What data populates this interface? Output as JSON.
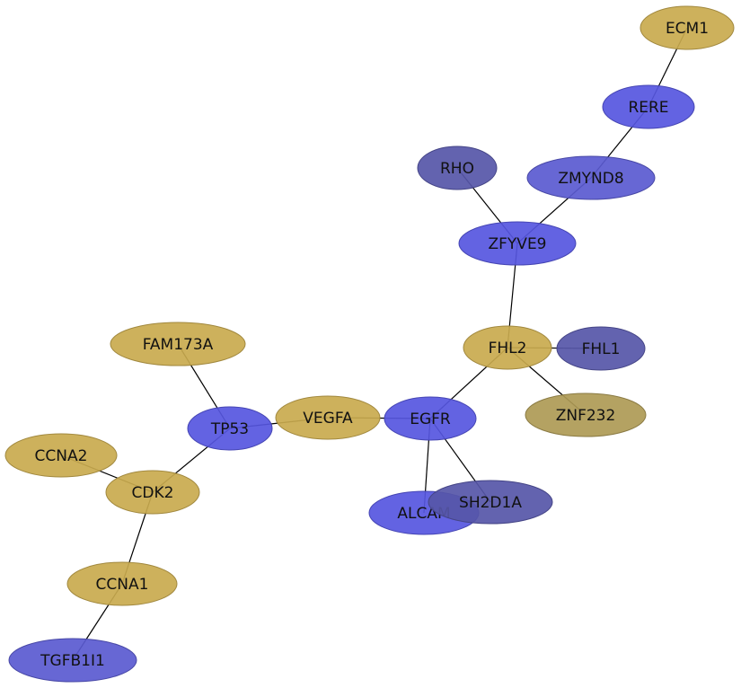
{
  "colors": {
    "gold": "#c9aa4e",
    "gold_dark": "#ae9a55",
    "blue_bright": "#5656e0",
    "blue_mid": "#5a5ad0",
    "blue_muted": "#5656a8",
    "edge": "#000000",
    "background": "#ffffff"
  },
  "nodes": [
    {
      "id": "ECM1",
      "label": "ECM1",
      "color": "gold"
    },
    {
      "id": "RERE",
      "label": "RERE",
      "color": "blue_bright"
    },
    {
      "id": "ZMYND8",
      "label": "ZMYND8",
      "color": "blue_mid"
    },
    {
      "id": "RHO",
      "label": "RHO",
      "color": "blue_muted"
    },
    {
      "id": "ZFYVE9",
      "label": "ZFYVE9",
      "color": "blue_bright"
    },
    {
      "id": "FHL2",
      "label": "FHL2",
      "color": "gold"
    },
    {
      "id": "FHL1",
      "label": "FHL1",
      "color": "blue_muted"
    },
    {
      "id": "ZNF232",
      "label": "ZNF232",
      "color": "gold_dark"
    },
    {
      "id": "EGFR",
      "label": "EGFR",
      "color": "blue_bright"
    },
    {
      "id": "VEGFA",
      "label": "VEGFA",
      "color": "gold"
    },
    {
      "id": "TP53",
      "label": "TP53",
      "color": "blue_bright"
    },
    {
      "id": "FAM173A",
      "label": "FAM173A",
      "color": "gold"
    },
    {
      "id": "CDK2",
      "label": "CDK2",
      "color": "gold"
    },
    {
      "id": "CCNA2",
      "label": "CCNA2",
      "color": "gold"
    },
    {
      "id": "CCNA1",
      "label": "CCNA1",
      "color": "gold"
    },
    {
      "id": "TGFB1I1",
      "label": "TGFB1I1",
      "color": "blue_mid"
    },
    {
      "id": "ALCAM",
      "label": "ALCAM",
      "color": "blue_bright"
    },
    {
      "id": "SH2D1A",
      "label": "SH2D1A",
      "color": "blue_muted"
    }
  ],
  "edges": [
    [
      "ECM1",
      "RERE"
    ],
    [
      "RERE",
      "ZMYND8"
    ],
    [
      "ZMYND8",
      "ZFYVE9"
    ],
    [
      "RHO",
      "ZFYVE9"
    ],
    [
      "ZFYVE9",
      "FHL2"
    ],
    [
      "FHL2",
      "FHL1"
    ],
    [
      "FHL2",
      "ZNF232"
    ],
    [
      "FHL2",
      "EGFR"
    ],
    [
      "EGFR",
      "VEGFA"
    ],
    [
      "EGFR",
      "ALCAM"
    ],
    [
      "EGFR",
      "SH2D1A"
    ],
    [
      "VEGFA",
      "TP53"
    ],
    [
      "TP53",
      "FAM173A"
    ],
    [
      "TP53",
      "CDK2"
    ],
    [
      "CDK2",
      "CCNA2"
    ],
    [
      "CDK2",
      "CCNA1"
    ],
    [
      "CCNA1",
      "TGFB1I1"
    ]
  ]
}
